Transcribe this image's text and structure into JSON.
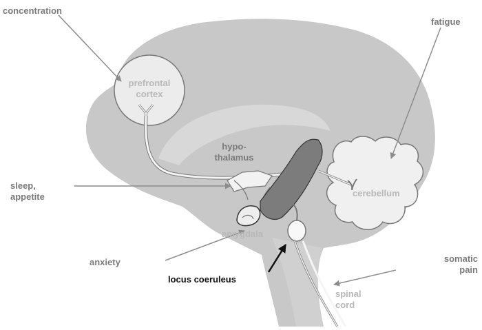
{
  "labels": {
    "concentration": "concentration",
    "prefrontal_line1": "prefrontal",
    "prefrontal_line2": "cortex",
    "fatigue": "fatigue",
    "hypothalamus_line1": "hypo-",
    "hypothalamus_line2": "thalamus",
    "sleep_line1": "sleep,",
    "sleep_line2": "appetite",
    "cerebellum": "cerebellum",
    "amygdala": "amygdala",
    "anxiety": "anxiety",
    "locus_coeruleus": "locus coeruleus",
    "somatic_line1": "somatic",
    "somatic_line2": "pain",
    "spinal_line1": "spinal",
    "spinal_line2": "cord"
  },
  "colors": {
    "brain": "#c8c8c8",
    "brain_inner": "#d8d8d8",
    "pathway": "#f5f5f5",
    "locus_band": "#7c7c7c",
    "pointer": "#8c8c8c",
    "label_dark": "#7a7a7a",
    "label_light": "#b8b8b8"
  }
}
